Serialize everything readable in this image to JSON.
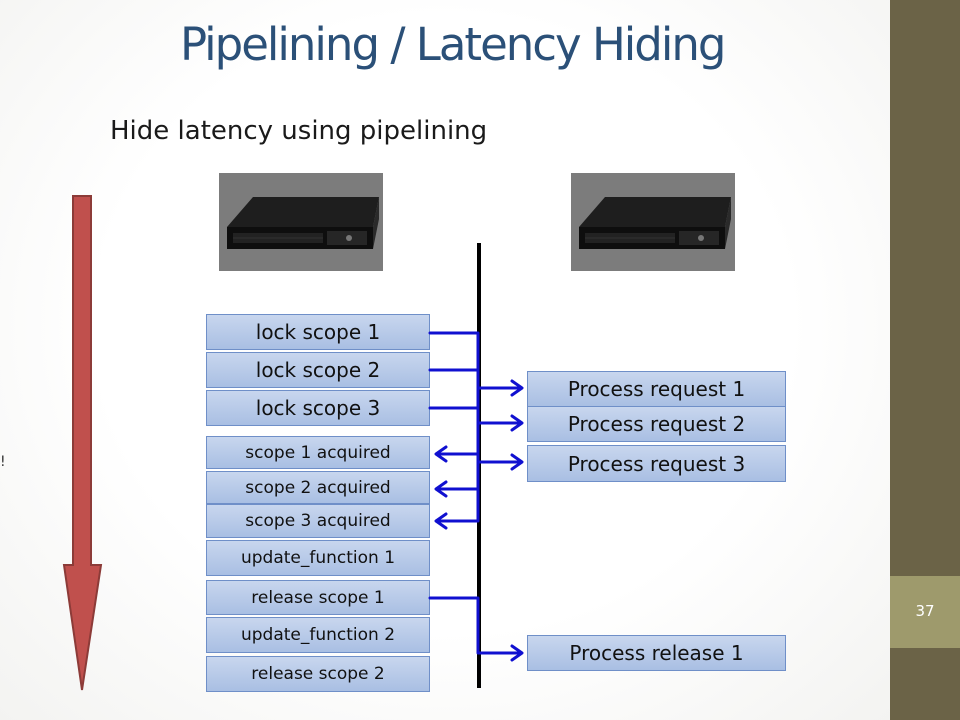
{
  "slide": {
    "title": "Pipelining / Latency Hiding",
    "subtitle": "Hide latency using pipelining",
    "page_number": "37",
    "edge_fragment": "!"
  },
  "colors": {
    "title": "#2b5078",
    "side_bar": "#6b6347",
    "page_box": "#9e9a6c",
    "box_fill": "#b6c9e8",
    "arrow_blue": "#1010d0",
    "time_arrow": "#c0504d"
  },
  "servers": [
    {
      "name": "server-client",
      "icon": "rack-server-image"
    },
    {
      "name": "server-remote",
      "icon": "rack-server-image"
    }
  ],
  "client_steps": [
    "lock scope 1",
    "lock scope 2",
    "lock scope 3",
    "scope 1 acquired",
    "scope 2 acquired",
    "scope 3 acquired",
    "update_function 1",
    "release scope 1",
    "update_function 2",
    "release scope 2"
  ],
  "server_steps": [
    "Process request 1",
    "Process request 2",
    "Process request 3",
    "Process release 1"
  ]
}
